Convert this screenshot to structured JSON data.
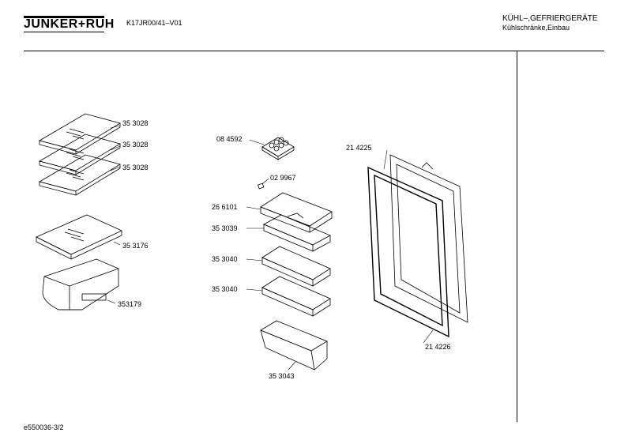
{
  "header": {
    "brand": "JUNKER+RUH",
    "model": "K17JR00/41–V01",
    "category_line1": "KÜHL–,GEFRIERGERÄTE",
    "category_line2": "Kühlschränke,Einbau"
  },
  "parts": {
    "shelf_1": "35 3028",
    "shelf_2": "35 3028",
    "shelf_3": "35 3028",
    "shelf_crisper_cover": "35 3176",
    "crisper_drawer": "353179",
    "egg_tray": "08 4592",
    "clip": "02 9967",
    "door_bin_cover": "26 6101",
    "door_bin_top": "35 3039",
    "door_bin_mid_1": "35 3040",
    "door_bin_mid_2": "35 3040",
    "door_bin_bottom": "35 3043",
    "door_seal_top": "21 4225",
    "door_seal_bottom": "21 4226"
  },
  "footer": {
    "drawing_id": "e550036-3/2"
  }
}
